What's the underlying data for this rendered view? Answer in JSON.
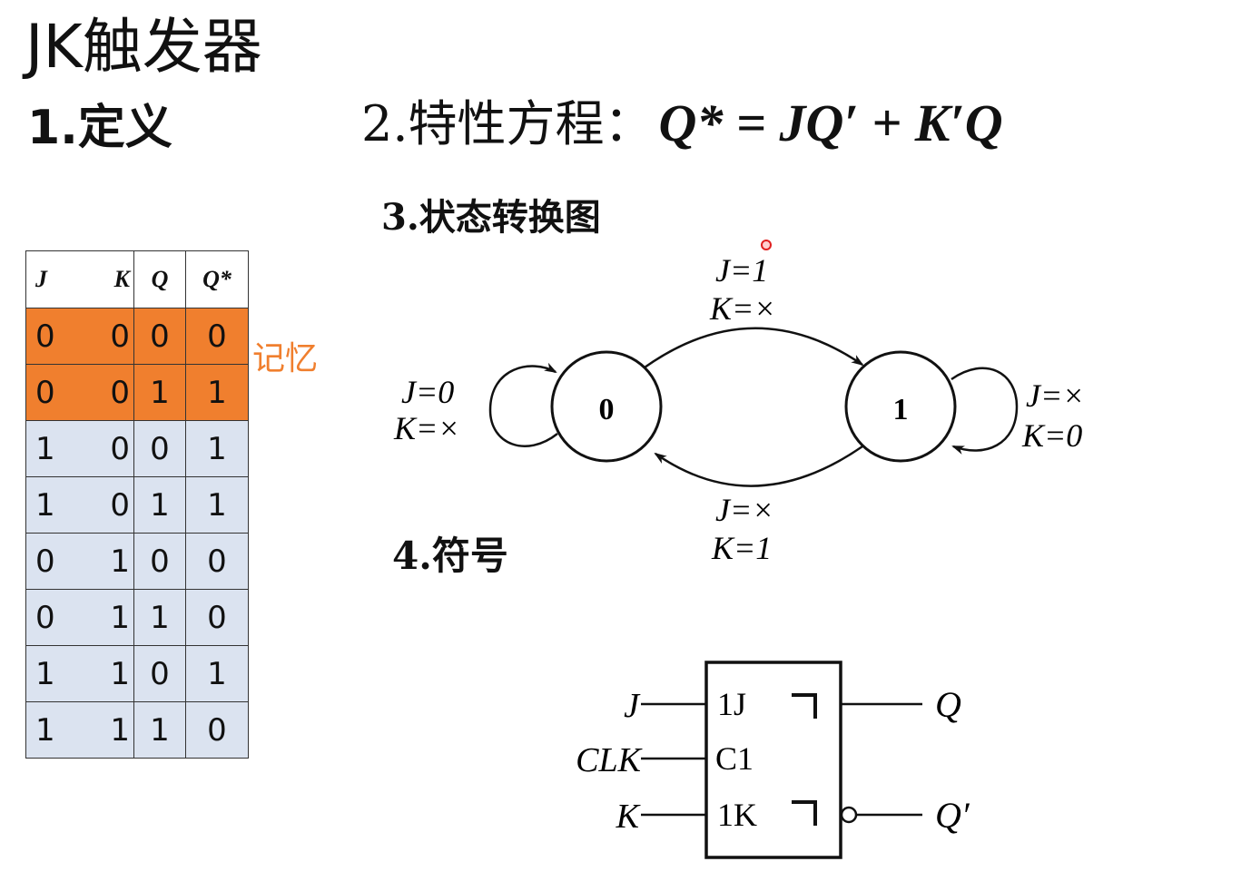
{
  "title": "JK触发器",
  "sections": {
    "definition": "1.定义",
    "characteristic_label": "2.特性方程：",
    "characteristic_equation": "Q* = JQ′ + K′Q",
    "state_diagram": "3.状态转换图",
    "symbol": "4.符号"
  },
  "truth_table": {
    "headers": [
      "J",
      "K",
      "Q",
      "Q*"
    ],
    "rows": [
      [
        "0",
        "0",
        "0",
        "0"
      ],
      [
        "0",
        "0",
        "1",
        "1"
      ],
      [
        "1",
        "0",
        "0",
        "1"
      ],
      [
        "1",
        "0",
        "1",
        "1"
      ],
      [
        "0",
        "1",
        "0",
        "0"
      ],
      [
        "0",
        "1",
        "1",
        "0"
      ],
      [
        "1",
        "1",
        "0",
        "1"
      ],
      [
        "1",
        "1",
        "1",
        "0"
      ]
    ],
    "memory_label": "记忆"
  },
  "state_diagram": {
    "state0": "0",
    "state1": "1",
    "top_j": "J=1",
    "top_k": "K=×",
    "bottom_j": "J=×",
    "bottom_k": "K=1",
    "left_j": "J=0",
    "left_k": "K=×",
    "right_j": "J=×",
    "right_k": "K=0"
  },
  "symbol": {
    "input_j": "J",
    "input_clk": "CLK",
    "input_k": "K",
    "box_1j": "1J",
    "box_c1": "C1",
    "box_1k": "1K",
    "output_q": "Q",
    "output_qn": "Q′"
  },
  "colors": {
    "memory_highlight": "#f07f2e",
    "table_rows": "#dbe3f0"
  }
}
